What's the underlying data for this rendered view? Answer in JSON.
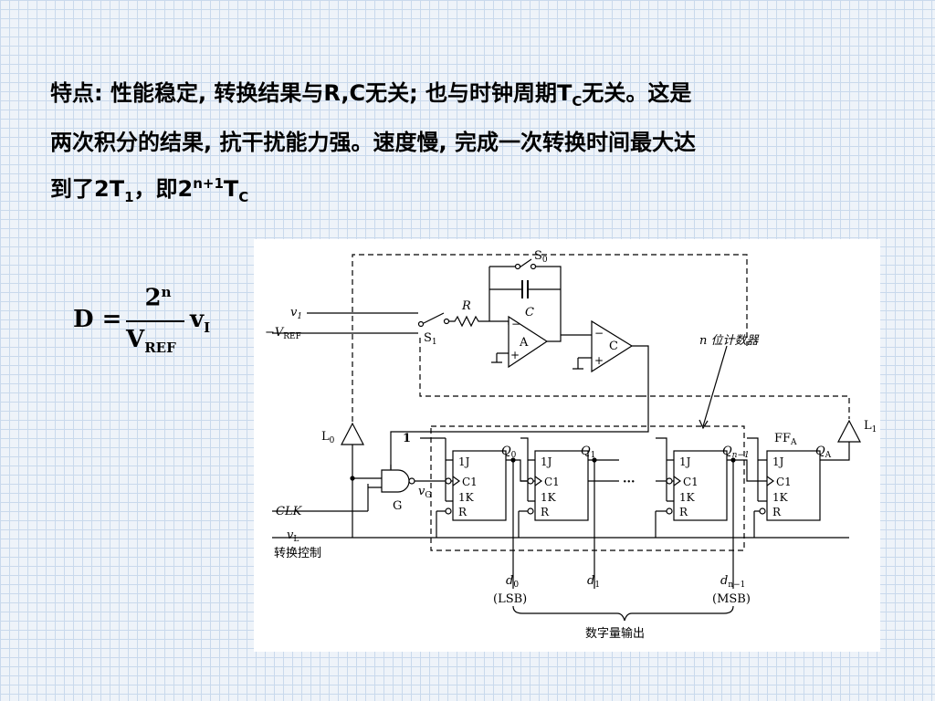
{
  "description": {
    "line1_a": "特点: 性能稳定, 转换结果与R,C无关; 也与时钟周期T",
    "line1_sub": "C",
    "line1_b": "无关。这是",
    "line2": "两次积分的结果, 抗干扰能力强。速度慢, 完成一次转换时间最大达",
    "line3_a": "到了2T",
    "line3_sub": "1",
    "line3_b": "，即2",
    "line3_sup": "n+1",
    "line3_c": "T",
    "line3_sub2": "C"
  },
  "formula": {
    "lhs": "D =",
    "num_base": "2",
    "num_exp": "n",
    "den_base": "V",
    "den_sub": "REF",
    "rhs_base": "v",
    "rhs_sub": "I"
  },
  "circuit": {
    "s0": "S",
    "s0_sub": "0",
    "s1": "S",
    "s1_sub": "1",
    "v1": "v",
    "v1_sub": "1",
    "vref_prefix": "−V",
    "vref_sub": "REF",
    "resistor": "R",
    "capacitor": "C",
    "integrator": "A",
    "comparator": "C",
    "l0": "L",
    "l0_sub": "0",
    "l1": "L",
    "l1_sub": "1",
    "gate": "G",
    "vg": "v",
    "vg_sub": "G",
    "clk": "CLK",
    "vl": "v",
    "vl_sub": "L",
    "control_label": "转换控制",
    "counter_label": "n 位计数器",
    "const_one": "1",
    "ffa": "FF",
    "ffa_sub": "A",
    "ff_pin_j": "1J",
    "ff_pin_c": "C1",
    "ff_pin_k": "1K",
    "ff_pin_r": "R",
    "q0": "Q",
    "q0_sub": "0",
    "q1": "Q",
    "q1_sub": "1",
    "qn1": "Q",
    "qn1_sub": "n−1",
    "qa": "Q",
    "qa_sub": "A",
    "ellipsis": "···",
    "d0": "d",
    "d0_sub": "0",
    "d1": "d",
    "d1_sub": "1",
    "dn1": "d",
    "dn1_sub": "n−1",
    "lsb": "(LSB)",
    "msb": "(MSB)",
    "output_label": "数字量输出"
  }
}
